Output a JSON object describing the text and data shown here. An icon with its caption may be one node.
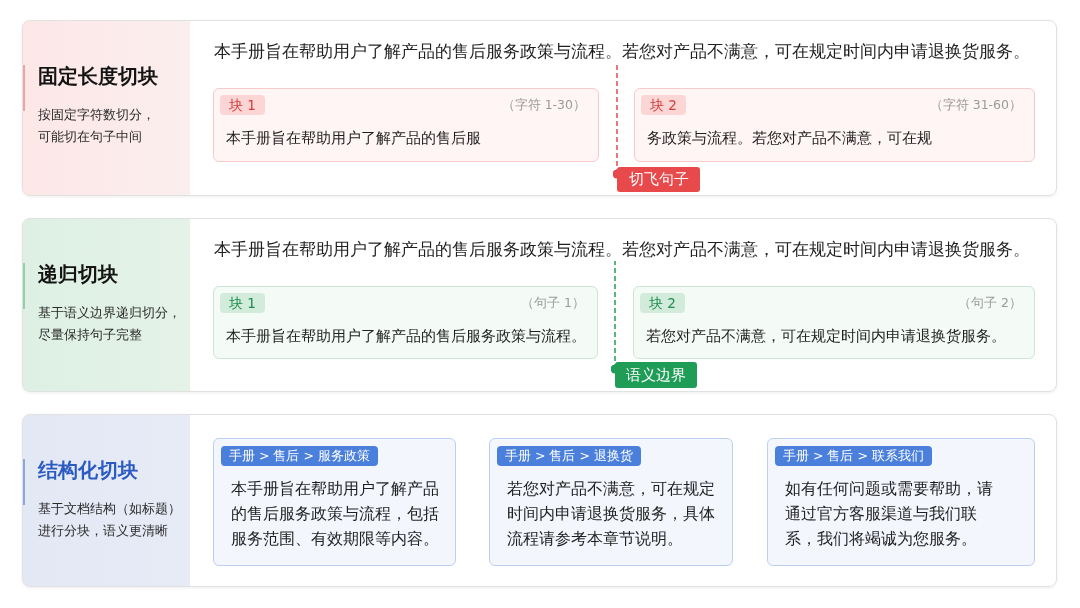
{
  "diagram": {
    "nodes": [
      {
        "text": [
          "固定长度切块",
          "按固定字符数切分，可能切在句子中间"
        ]
      },
      {
        "text": [
          "本手册旨在帮助用户了解产品的售后服务政策与流程。若您对产品不满意，可在规定时间内申请退换货服务。"
        ],
        "in": 0
      },
      {
        "text": [
          "（字符 1-30）",
          "本手册旨在帮助用户了解产品的售后服"
        ],
        "in": 0
      },
      {
        "text": [
          "块 1"
        ],
        "in": 2
      },
      {
        "text": [
          "（字符 31-60）",
          "务政策与流程。若您对产品不满意，可在规"
        ],
        "in": 0
      },
      {
        "text": [
          "块 2"
        ],
        "in": 4
      },
      {
        "text": [
          "切飞句子"
        ],
        "in": 0
      },
      {
        "text": [
          "递归切块",
          "基于语义边界递归切分，尽量保持句子完整"
        ]
      },
      {
        "text": [
          "本手册旨在帮助用户了解产品的售后服务政策与流程。若您对产品不满意，可在规定时间内申请退换货服务。"
        ],
        "in": 7
      },
      {
        "text": [
          "（句子 1）",
          "本手册旨在帮助用户了解产品的售后服务政策与流程。"
        ],
        "in": 7
      },
      {
        "text": [
          "块 1"
        ],
        "in": 9
      },
      {
        "text": [
          "（句子 2）",
          "若您对产品不满意，可在规定时间内申请退换货服务。"
        ],
        "in": 7
      },
      {
        "text": [
          "块 2"
        ],
        "in": 11
      },
      {
        "text": [
          "语义边界"
        ],
        "in": 7
      },
      {
        "text": [
          "结构化切块",
          "基于文档结构（如标题）进行分块，语义更清晰"
        ]
      },
      {
        "text": [
          "本手册旨在帮助用户了解产品的售后服务政策与流程，包括服务范围、有效期限等内容。"
        ],
        "in": 14
      },
      {
        "text": [
          "手册 > 售后 > 服务政策"
        ],
        "in": 15
      },
      {
        "text": [
          "若您对产品不满意，可在规定时间内申请退换货服务，具体流程请参考本章节说明。"
        ],
        "in": 14
      },
      {
        "text": [
          "手册 > 售后 > 退换货"
        ],
        "in": 17
      },
      {
        "text": [
          "如有任何问题或需要帮助，请通过官方客服渠道与我们联系，我们将竭诚为您服务。"
        ],
        "in": 14
      },
      {
        "text": [
          "手册 > 售后 > 联系我们"
        ],
        "in": 19
      }
    ],
    "edges": [
      {
        "from": 6,
        "to": 1,
        "arrow": "other",
        "style": "dashed",
        "color": "#e5484d"
      },
      {
        "from": 13,
        "to": 8,
        "arrow": "other",
        "style": "dashed",
        "color": "#1f9d57"
      }
    ]
  }
}
